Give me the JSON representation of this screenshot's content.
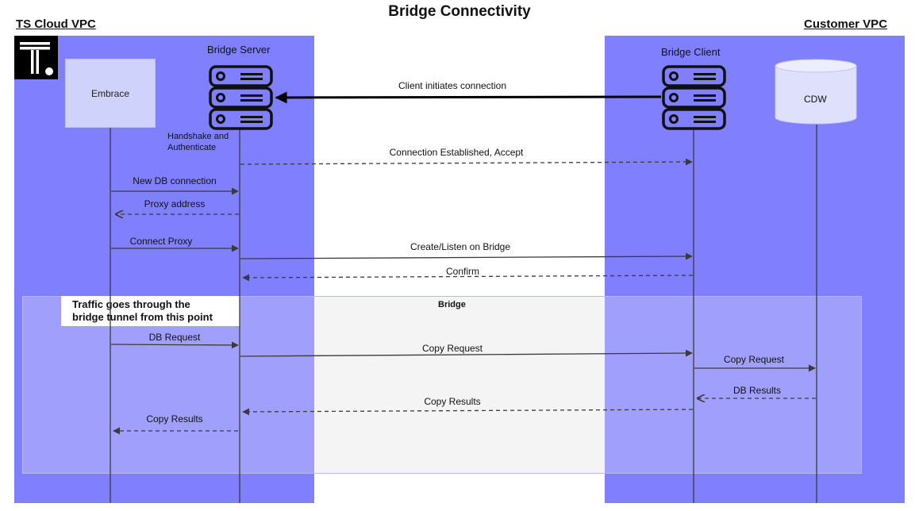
{
  "title": "Bridge Connectivity",
  "regions": {
    "left_label": "TS Cloud VPC",
    "right_label": "Customer VPC"
  },
  "participants": {
    "embrace": "Embrace",
    "bridge_server": "Bridge Server",
    "bridge_client": "Bridge Client",
    "cdw": "CDW"
  },
  "labels": {
    "handshake": "Handshake and\nAuthenticate",
    "bridge_zone": "Bridge",
    "traffic_note": "Traffic goes through the\nbridge tunnel from this point"
  },
  "messages": [
    {
      "id": "client-initiates",
      "label": "Client initiates connection",
      "style": "thick"
    },
    {
      "id": "connection-established",
      "label": "Connection Established, Accept",
      "style": "dashed"
    },
    {
      "id": "new-db-connection",
      "label": "New DB connection",
      "style": "solid"
    },
    {
      "id": "proxy-address",
      "label": "Proxy address",
      "style": "dashed"
    },
    {
      "id": "connect-proxy",
      "label": "Connect Proxy",
      "style": "solid"
    },
    {
      "id": "create-listen",
      "label": "Create/Listen on Bridge",
      "style": "solid"
    },
    {
      "id": "confirm",
      "label": "Confirm",
      "style": "dashed"
    },
    {
      "id": "db-request",
      "label": "DB Request",
      "style": "solid"
    },
    {
      "id": "copy-request-server",
      "label": "Copy Request",
      "style": "solid"
    },
    {
      "id": "copy-request-client",
      "label": "Copy Request",
      "style": "solid"
    },
    {
      "id": "db-results",
      "label": "DB Results",
      "style": "dashed"
    },
    {
      "id": "copy-results-client",
      "label": "Copy Results",
      "style": "dashed"
    },
    {
      "id": "copy-results-server",
      "label": "Copy Results",
      "style": "dashed"
    }
  ],
  "colors": {
    "vpc": "#8080ff",
    "line": "#3a3a3a",
    "server_icon": "#111111"
  },
  "icons": {
    "logo": "ts-logo-icon",
    "server": "server-rack-icon",
    "database": "database-cylinder-icon"
  }
}
